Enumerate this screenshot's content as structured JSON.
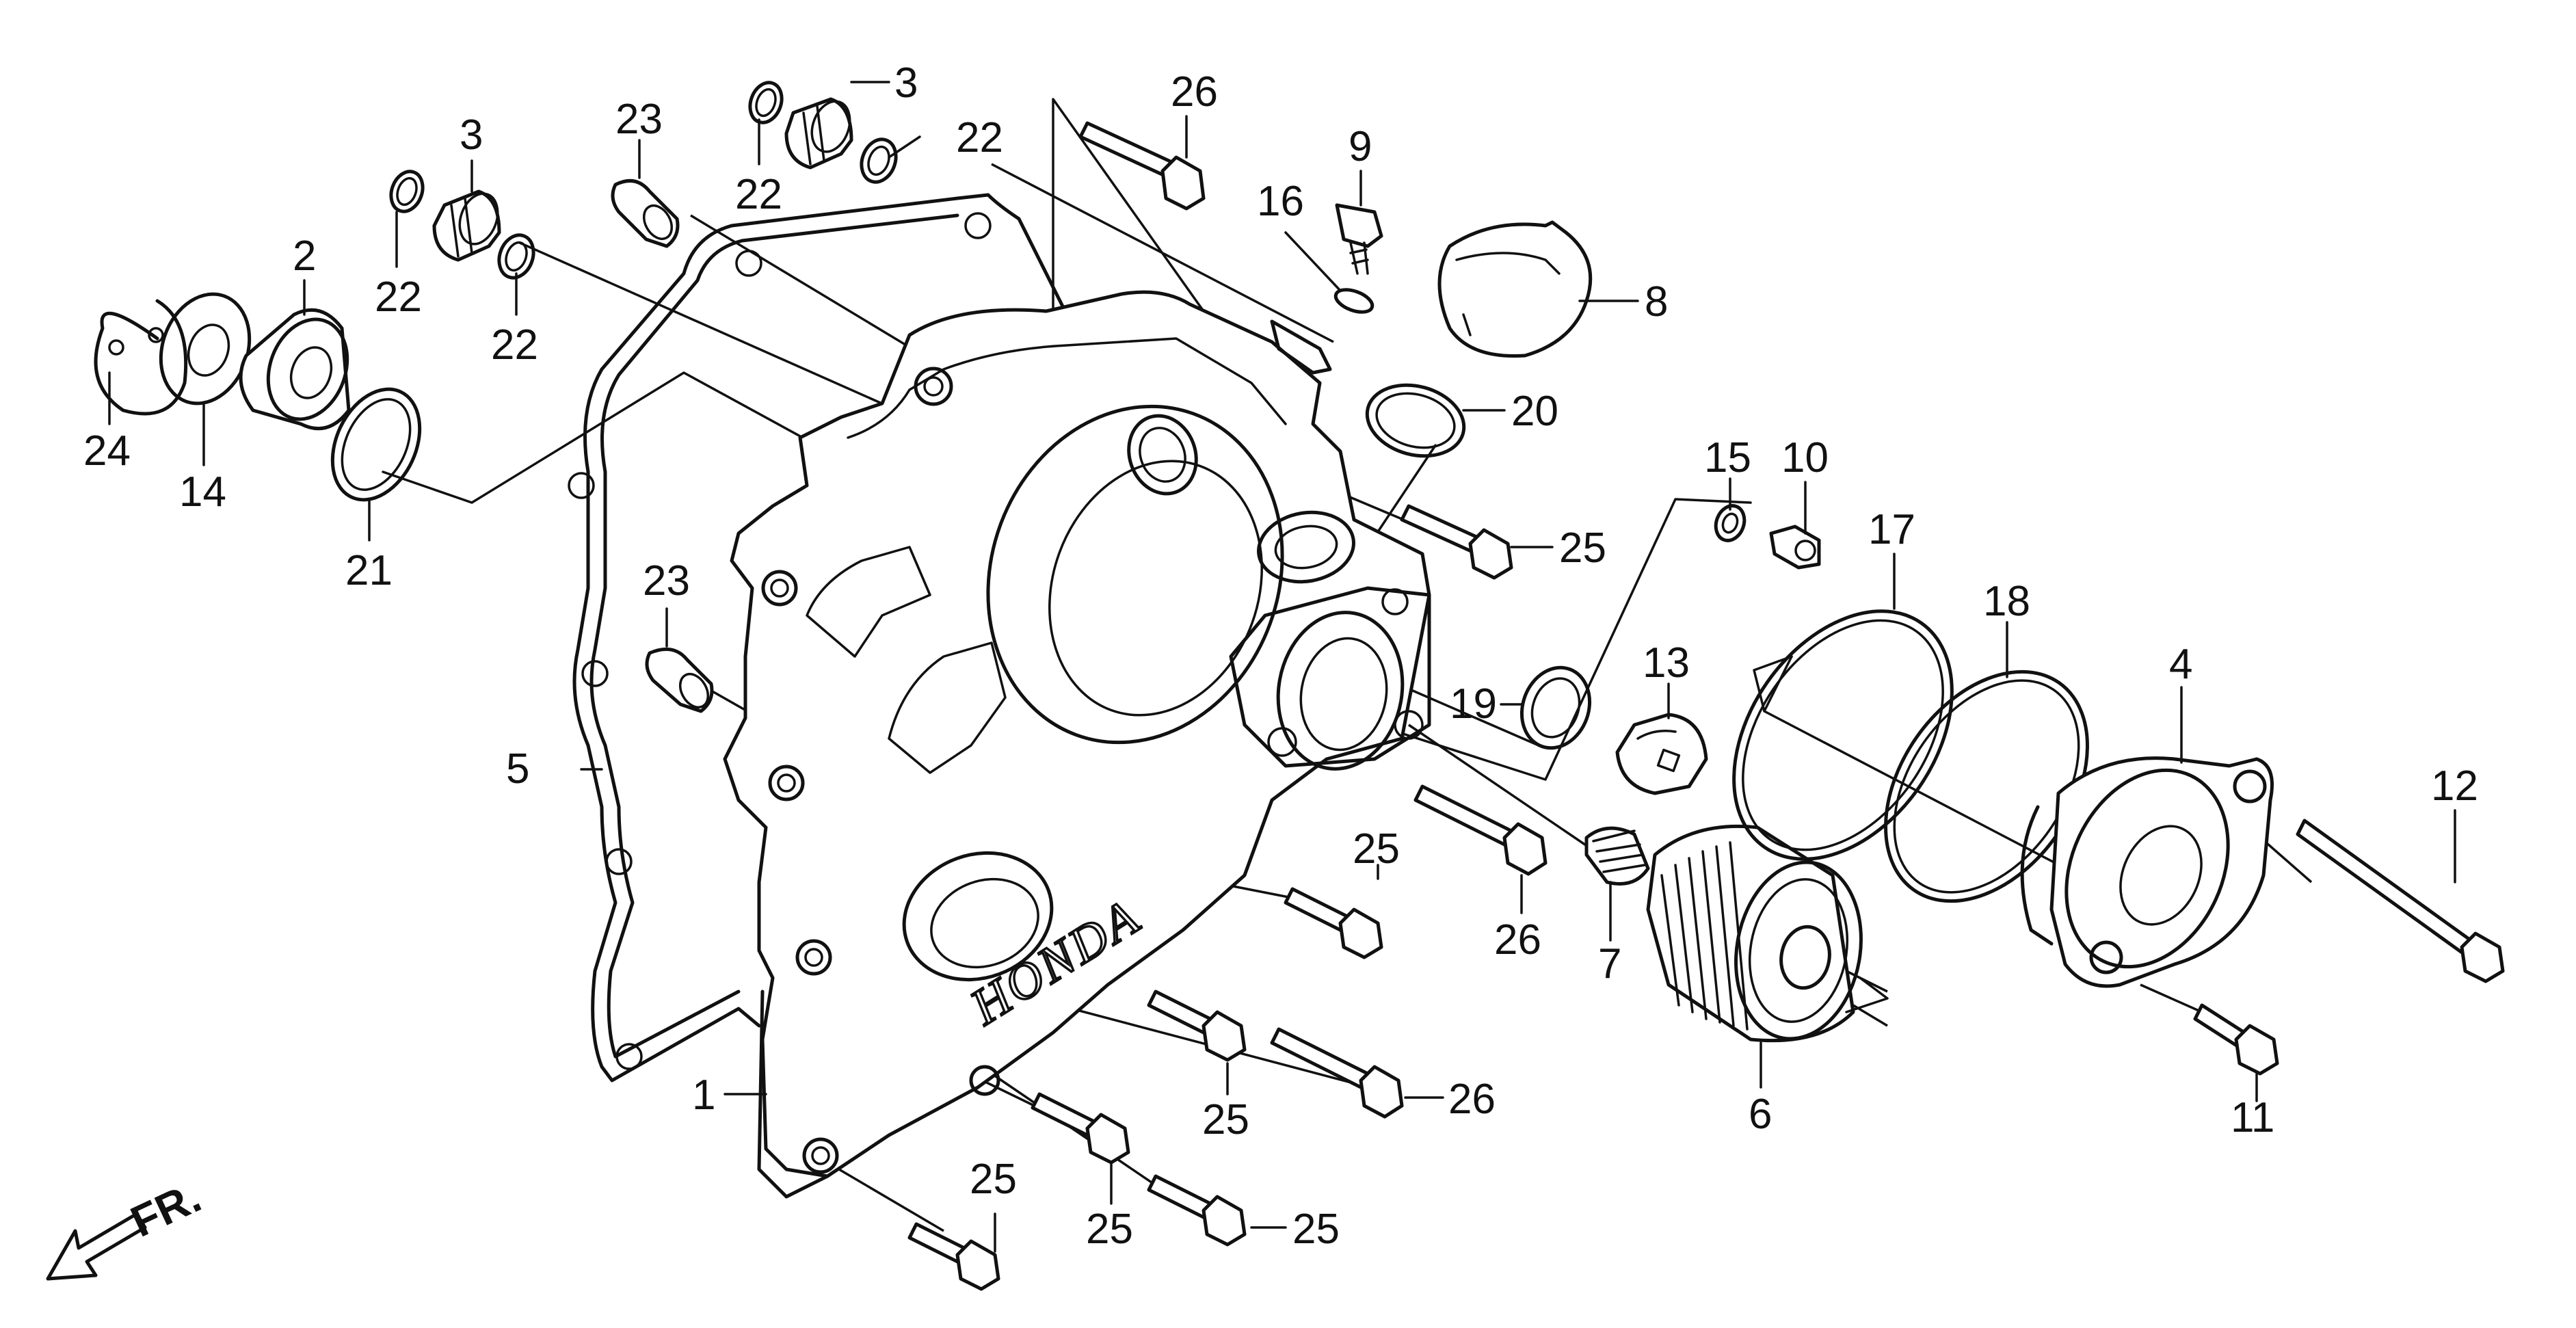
{
  "diagram": {
    "brand_text": "HONDA",
    "direction_label": "FR.",
    "callouts": [
      {
        "id": "c1",
        "label": "1"
      },
      {
        "id": "c2",
        "label": "2"
      },
      {
        "id": "c3a",
        "label": "3"
      },
      {
        "id": "c3b",
        "label": "3"
      },
      {
        "id": "c4",
        "label": "4"
      },
      {
        "id": "c5",
        "label": "5"
      },
      {
        "id": "c6",
        "label": "6"
      },
      {
        "id": "c7",
        "label": "7"
      },
      {
        "id": "c8",
        "label": "8"
      },
      {
        "id": "c9",
        "label": "9"
      },
      {
        "id": "c10",
        "label": "10"
      },
      {
        "id": "c11",
        "label": "11"
      },
      {
        "id": "c12",
        "label": "12"
      },
      {
        "id": "c13",
        "label": "13"
      },
      {
        "id": "c14",
        "label": "14"
      },
      {
        "id": "c15",
        "label": "15"
      },
      {
        "id": "c16",
        "label": "16"
      },
      {
        "id": "c17",
        "label": "17"
      },
      {
        "id": "c18",
        "label": "18"
      },
      {
        "id": "c19",
        "label": "19"
      },
      {
        "id": "c20",
        "label": "20"
      },
      {
        "id": "c21",
        "label": "21"
      },
      {
        "id": "c22a",
        "label": "22"
      },
      {
        "id": "c22b",
        "label": "22"
      },
      {
        "id": "c22c",
        "label": "22"
      },
      {
        "id": "c22d",
        "label": "22"
      },
      {
        "id": "c23a",
        "label": "23"
      },
      {
        "id": "c23b",
        "label": "23"
      },
      {
        "id": "c24",
        "label": "24"
      },
      {
        "id": "c25a",
        "label": "25"
      },
      {
        "id": "c25b",
        "label": "25"
      },
      {
        "id": "c25c",
        "label": "25"
      },
      {
        "id": "c25d",
        "label": "25"
      },
      {
        "id": "c25e",
        "label": "25"
      },
      {
        "id": "c25f",
        "label": "25"
      },
      {
        "id": "c26a",
        "label": "26"
      },
      {
        "id": "c26b",
        "label": "26"
      },
      {
        "id": "c26c",
        "label": "26"
      }
    ]
  }
}
